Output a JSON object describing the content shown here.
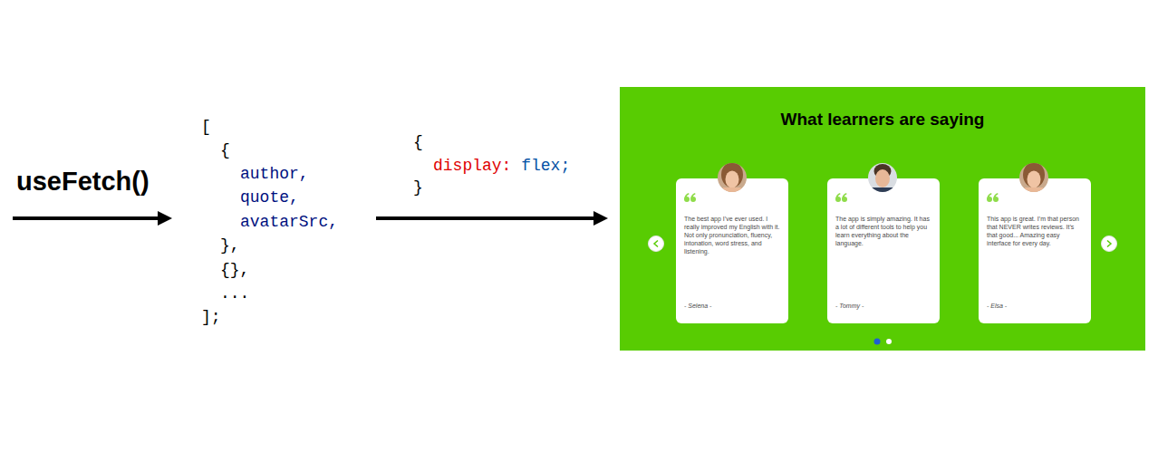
{
  "diagram": {
    "nodes": [
      {
        "text": [
          "What learners are saying"
        ]
      },
      {
        "text": [
          "The best app I’ve ever used. I really improved my English with it. Not only pronunciation, fluency, intonation, word stress, and listening.",
          "- Selena -"
        ],
        "in": 0
      },
      {
        "text": [
          "The app is simply amazing. It has a lot of different tools to help you learn everything about the language.",
          "- Tommy -"
        ],
        "in": 0
      },
      {
        "text": [
          "This app is great. I’m that person that NEVER writes reviews. It’s that good... Amazing easy interface for every day.",
          "- Elsa -"
        ],
        "in": 0
      }
    ],
    "labels": [
      "useFetch()",
      "[",
      "{",
      "author,",
      "quote,",
      "avatarSrc,",
      "},",
      "{},",
      "...",
      "];",
      "{",
      "display:",
      "flex;",
      "}"
    ]
  }
}
